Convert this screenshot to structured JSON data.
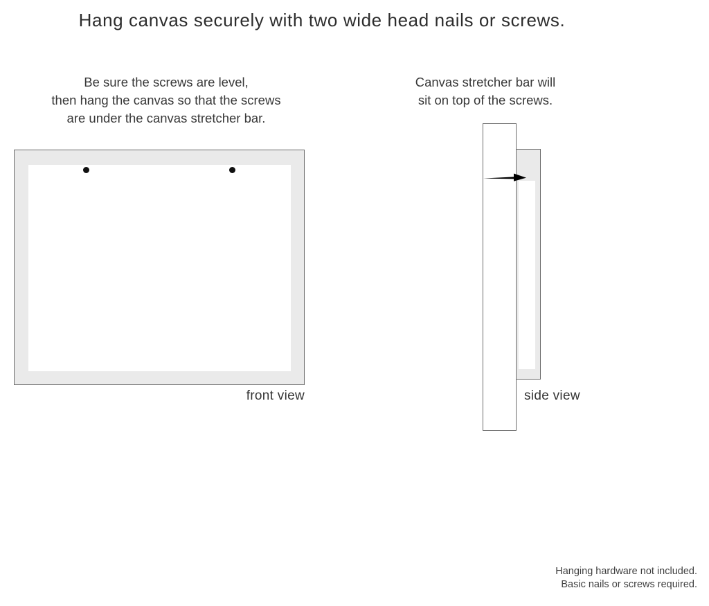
{
  "title": "Hang canvas securely with two wide head nails or screws.",
  "front_view": {
    "instruction_lines": [
      "Be sure the screws are level,",
      "then hang the canvas so that the screws",
      "are under the canvas stretcher bar."
    ],
    "label": "front view"
  },
  "side_view": {
    "instruction_lines": [
      "Canvas stretcher bar will",
      "sit on top of the screws."
    ],
    "label": "side view"
  },
  "footer_lines": [
    "Hanging hardware not included.",
    "Basic nails or screws required."
  ],
  "colors": {
    "background": "#ffffff",
    "canvas_border_fill": "#eaeaea",
    "outline": "#6b6b6b",
    "text": "#333333",
    "screw": "#101010"
  }
}
